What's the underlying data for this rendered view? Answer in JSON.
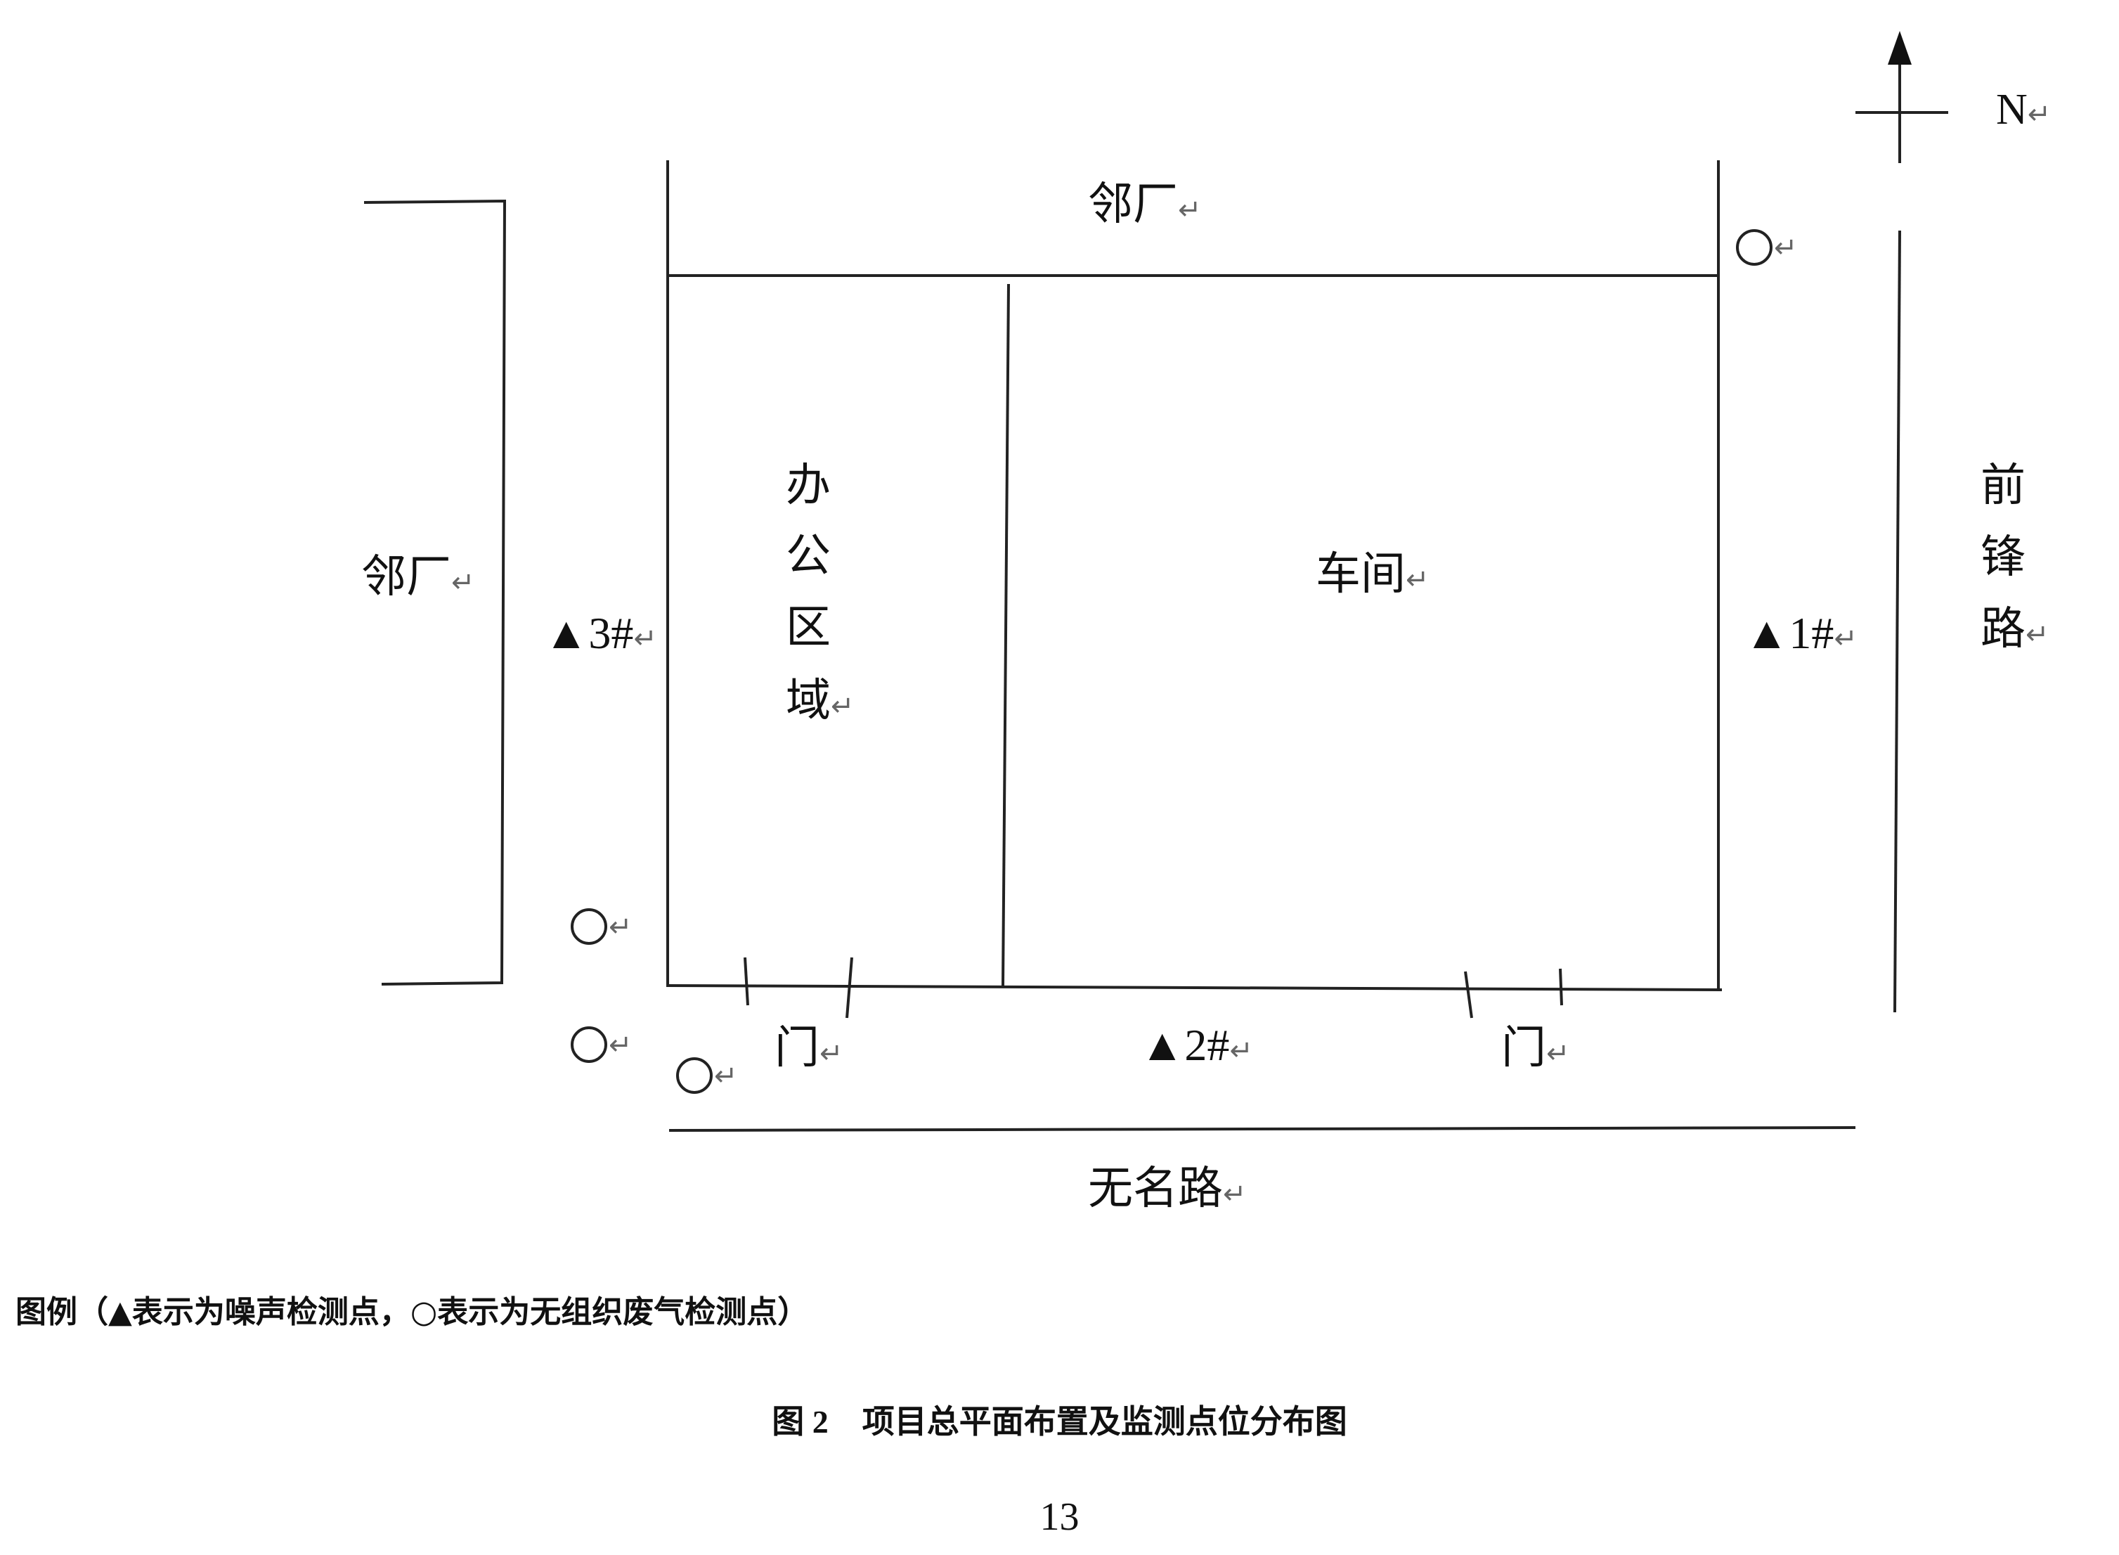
{
  "diagram": {
    "north_label": "N",
    "neighbor_north": "邻厂",
    "neighbor_west": "邻厂",
    "office_area": [
      "办",
      "公",
      "区",
      "域"
    ],
    "workshop": "车间",
    "road_east": [
      "前",
      "锋",
      "路"
    ],
    "road_south": "无名路",
    "gate_label": "门",
    "noise_points": [
      "▲1#",
      "▲2#",
      "▲3#"
    ],
    "air_point_symbol": "○",
    "return_mark": "↵"
  },
  "legend": {
    "text": "图例（▲表示为噪声检测点，○表示为无组织废气检测点）"
  },
  "caption": {
    "figure_number": "图 2",
    "title": "项目总平面布置及监测点位分布图"
  },
  "page_number": "13"
}
